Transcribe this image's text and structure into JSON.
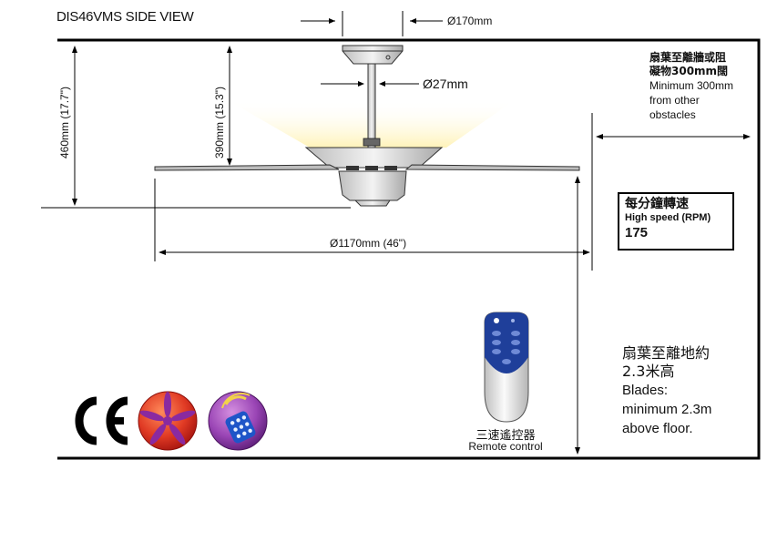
{
  "header": {
    "title": "DIS46VMS  SIDE VIEW"
  },
  "dimensions": {
    "top_diameter": "Ø170mm",
    "rod_diameter": "Ø27mm",
    "span_diameter": "Ø1170mm  (46\")",
    "height_total": "460mm (17.7\")",
    "height_blade": "390mm (15.3\")"
  },
  "obstacle_note": {
    "line1_cn": "扇葉至離牆或阻",
    "line2_cn": "礙物300mm闊",
    "en_lines": [
      "Minimum 300mm",
      "from other",
      "obstacles"
    ]
  },
  "speed_box": {
    "label_cn": "每分鐘轉速",
    "label_en": "High speed  (RPM)",
    "value": "175"
  },
  "floor_note": {
    "line_cn_1": "扇葉至離地約",
    "line_cn_2": "2.3米高",
    "en_lines": [
      "Blades:",
      "minimum 2.3m",
      "above floor."
    ]
  },
  "remote": {
    "label_cn": "三速遙控器",
    "label_en": "Remote control"
  },
  "icons": [
    "ce-mark-icon",
    "fan-blades-icon",
    "remote-control-icon"
  ],
  "colors": {
    "remote_blue": "#1f3f9a",
    "fan_icon_red": "#d63a2e",
    "remote_icon_purple": "#8a3aa8",
    "light_glow": "#fff2b0"
  }
}
